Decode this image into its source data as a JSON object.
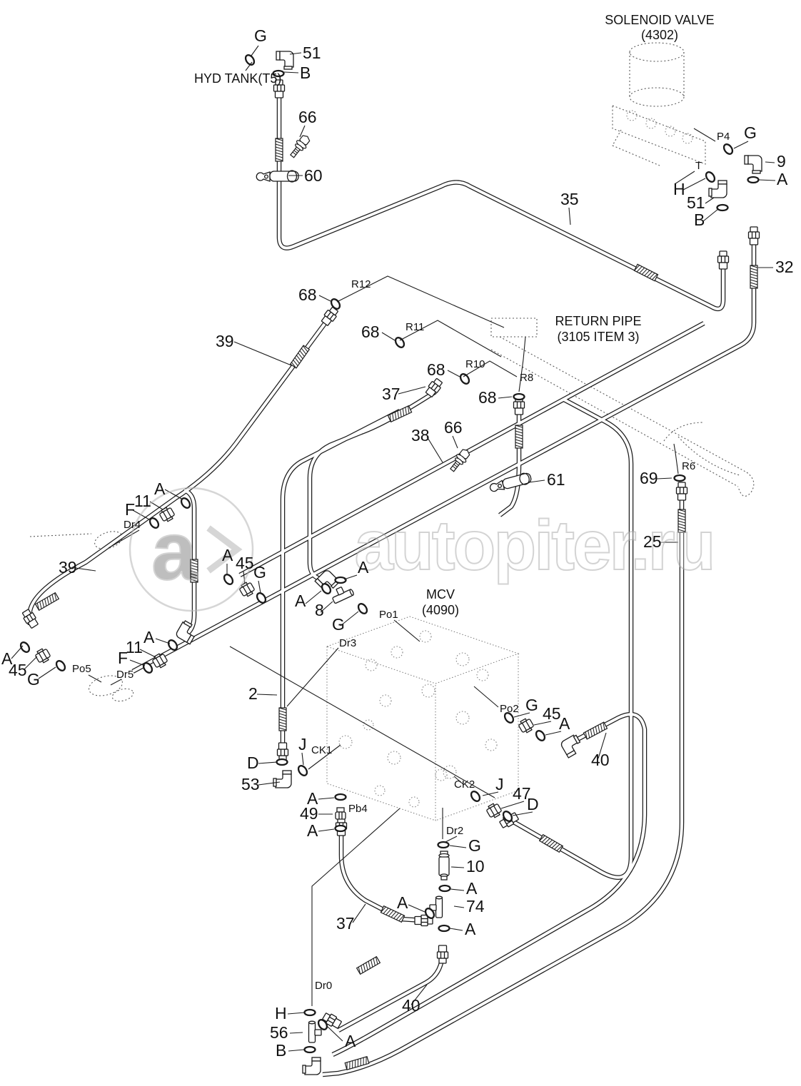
{
  "watermark": {
    "text": "autopiter.ru",
    "logo_letter": "a"
  },
  "titles": {
    "hyd_tank": "HYD TANK(T5)",
    "solenoid_valve_line1": "SOLENOID VALVE",
    "solenoid_valve_line2": "(4302)",
    "return_pipe_line1": "RETURN PIPE",
    "return_pipe_line2": "(3105 ITEM 3)",
    "mcv_line1": "MCV",
    "mcv_line2": "(4090)"
  },
  "parts": {
    "p2": "2",
    "p8": "8",
    "p9": "9",
    "p10": "10",
    "p11": "11",
    "p25": "25",
    "p32": "32",
    "p35": "35",
    "p37": "37",
    "p38": "38",
    "p39": "39",
    "p40": "40",
    "p45": "45",
    "p47": "47",
    "p49": "49",
    "p51": "51",
    "p53": "53",
    "p56": "56",
    "p60": "60",
    "p61": "61",
    "p66": "66",
    "p68": "68",
    "p69": "69",
    "p74": "74"
  },
  "seals": {
    "a": "A",
    "b": "B",
    "d": "D",
    "f": "F",
    "g": "G",
    "h": "H",
    "j": "J"
  },
  "ports": {
    "p4": "P4",
    "t": "T",
    "r6": "R6",
    "r8": "R8",
    "r10": "R10",
    "r11": "R11",
    "r12": "R12",
    "po1": "Po1",
    "po2": "Po2",
    "po5": "Po5",
    "pb4": "Pb4",
    "ck1": "CK1",
    "ck2": "CK2",
    "dr0": "Dr0",
    "dr2": "Dr2",
    "dr3": "Dr3",
    "dr4": "Dr4",
    "dr5": "Dr5"
  }
}
